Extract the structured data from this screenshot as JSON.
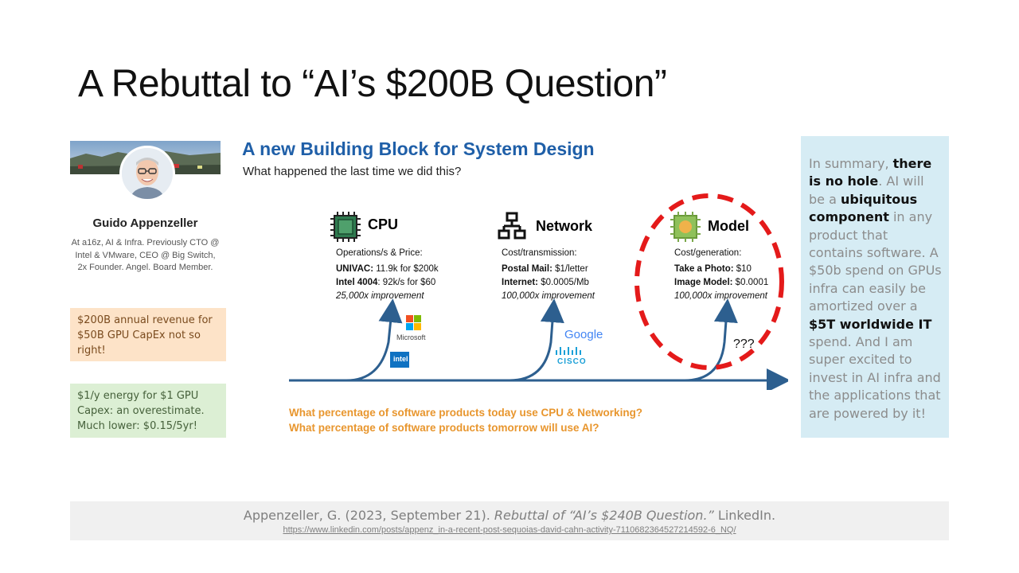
{
  "slide": {
    "title": "A Rebuttal to “AI’s $200B Question”"
  },
  "profile": {
    "name": "Guido Appenzeller",
    "bio": "At a16z, AI & Infra. Previously CTO @ Intel & VMware, CEO @ Big Switch, 2x Founder. Angel. Board Member."
  },
  "notes": {
    "revenue": "$200B annual revenue for $50B GPU CapEx not so right!",
    "energy": "$1/y energy for $1 GPU Capex: an overestimate. Much lower: $0.15/5yr!"
  },
  "diagram": {
    "title": "A new Building Block for System Design",
    "subtitle": "What happened the last time we did this?",
    "blocks": [
      {
        "name": "CPU",
        "label": "Operations/s & Price:",
        "line1_bold": "UNIVAC:",
        "line1_rest": " 11.9k for $200k",
        "line2_bold": "Intel 4004",
        "line2_rest": ": 92k/s for $60",
        "improvement": "25,000x improvement"
      },
      {
        "name": "Network",
        "label": "Cost/transmission:",
        "line1_bold": "Postal Mail:",
        "line1_rest": " $1/letter",
        "line2_bold": "Internet:",
        "line2_rest": " $0.0005/Mb",
        "improvement": "100,000x improvement"
      },
      {
        "name": "Model",
        "label": "Cost/generation:",
        "line1_bold": "Take a Photo:",
        "line1_rest": " $10",
        "line2_bold": "Image Model:",
        "line2_rest": " $0.0001",
        "improvement": "100,000x improvement"
      }
    ],
    "logos": {
      "microsoft": "Microsoft",
      "intel": "intel",
      "google": "Google",
      "cisco": "CISCO"
    },
    "unknown": "???",
    "question1": "What percentage of software products today use CPU & Networking?",
    "question2": "What percentage of software products tomorrow will use AI?",
    "colors": {
      "accent": "#1f5fa8",
      "highlight_circle": "#e41a1a",
      "question": "#e8962e"
    }
  },
  "summary": {
    "t1": "In summary, ",
    "b1": "there is no hole",
    "t2": ". AI will be a ",
    "b2": "ubiquitous component",
    "t3": " in any product that contains software. A $50b spend on GPUs infra can easily be amortized over a ",
    "b3": "$5T worldwide IT",
    "t4": " spend. And I am super excited to invest in AI infra and the applications that are powered by it!"
  },
  "citation": {
    "author": "Appenzeller, G. (2023, September 21). ",
    "work": "Rebuttal of “AI’s $240B Question.”",
    "publisher": " LinkedIn.",
    "url": "https://www.linkedin.com/posts/appenz_in-a-recent-post-sequoias-david-cahn-activity-7110682364527214592-6_NQ/"
  }
}
